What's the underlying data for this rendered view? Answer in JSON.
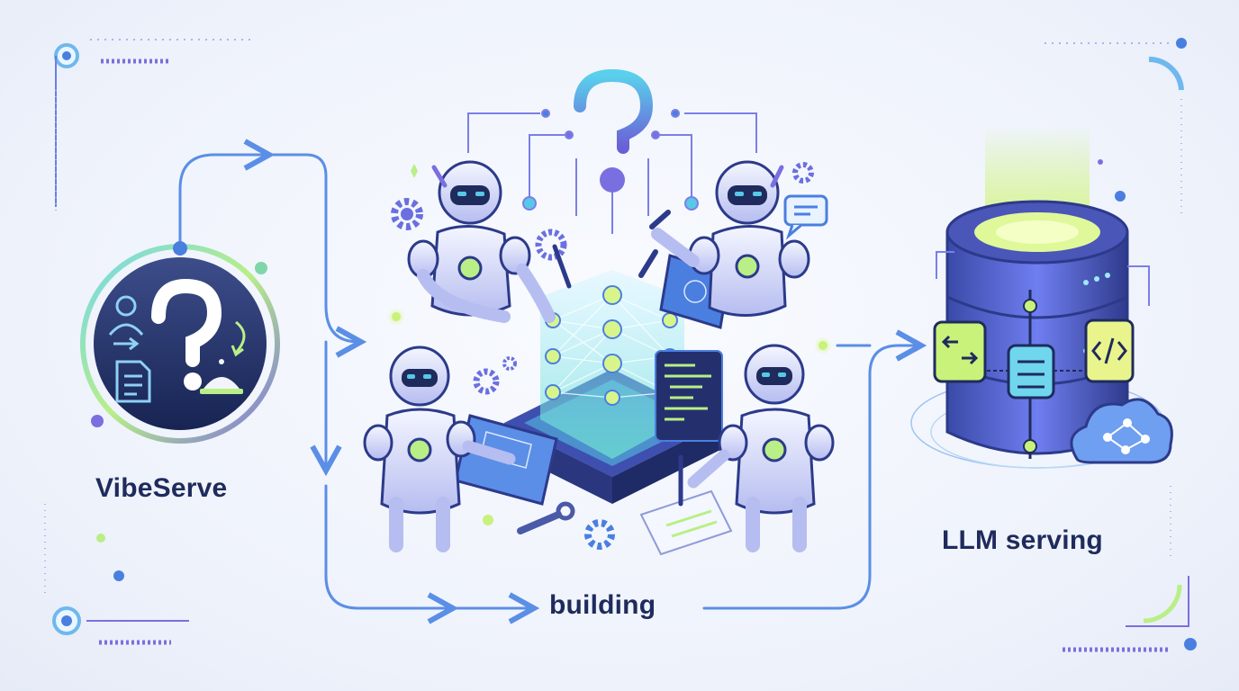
{
  "labels": {
    "source": "VibeServe",
    "process": "building",
    "target": "LLM serving"
  },
  "icons": {
    "source_badge": [
      "person-icon",
      "question-mark-icon",
      "document-icon",
      "service-bell-icon"
    ],
    "center": [
      "question-mark-icon",
      "robot-icon",
      "gear-icon",
      "wrench-icon",
      "neural-network-icon",
      "code-screen-icon",
      "blueprint-icon",
      "chat-bubble-icon"
    ],
    "target": [
      "database-server-icon",
      "code-tag-icon",
      "cloud-network-icon",
      "settings-panel-icon"
    ]
  },
  "colors": {
    "navy": "#1f2b5c",
    "blue": "#4a7fe0",
    "violet": "#7a6fe0",
    "cyan": "#57c8e6",
    "lime": "#c9f27a",
    "background": "#eef2fb"
  }
}
